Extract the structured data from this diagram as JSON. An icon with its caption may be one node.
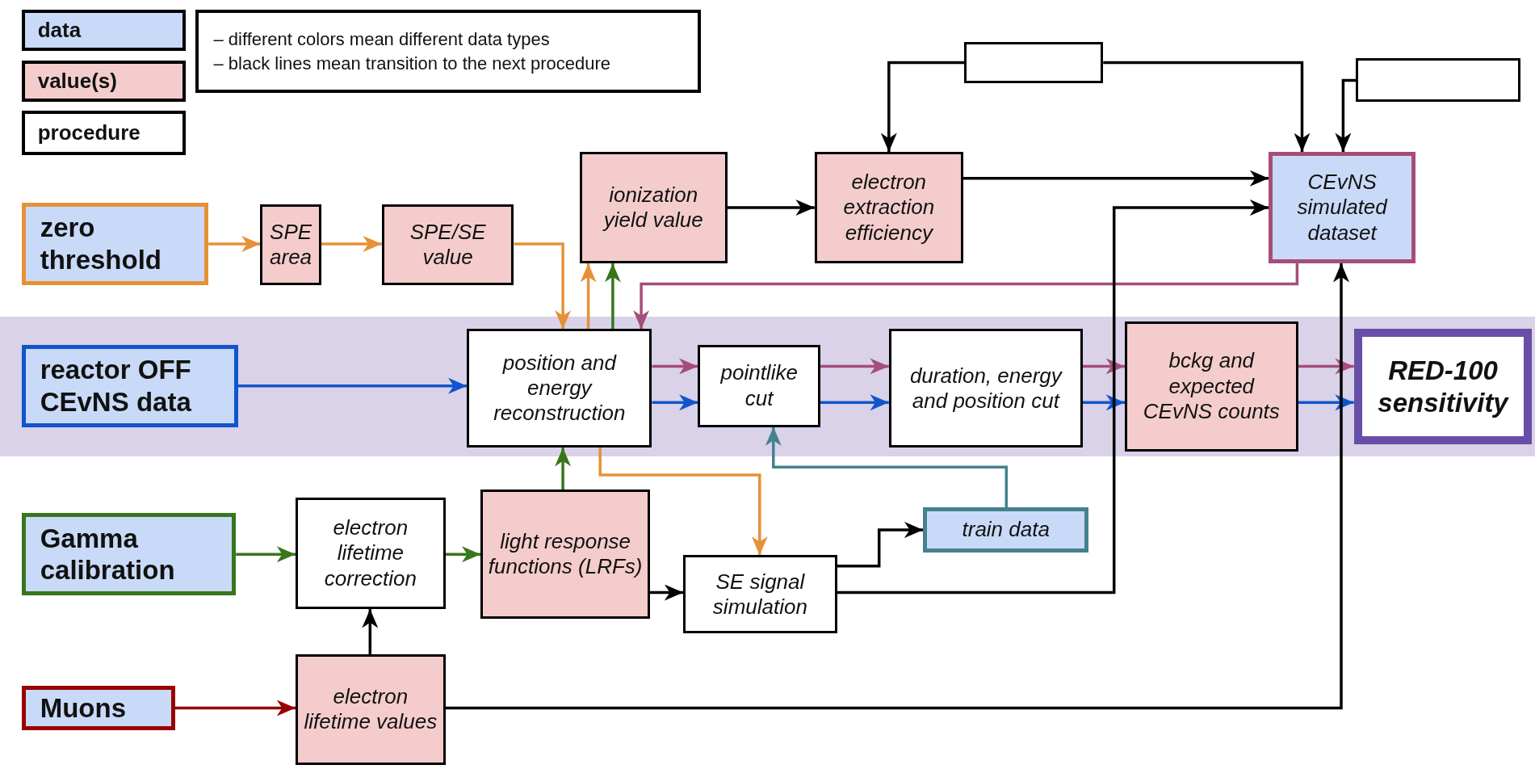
{
  "diagram": {
    "nodes": [
      {
        "text": [
          "zero threshold"
        ]
      },
      {
        "text": [
          "SPE area"
        ]
      },
      {
        "text": [
          "SPE/SE value"
        ]
      },
      {
        "text": [
          "ionization yield value"
        ]
      },
      {
        "text": [
          "electron extraction efficiency"
        ]
      },
      {
        "text": [],
        "shape": "box"
      },
      {
        "text": [],
        "shape": "box"
      },
      {
        "text": [
          "CEvNS simulated dataset"
        ]
      },
      {
        "text": [
          "reactor OFF CEvNS data"
        ]
      },
      {
        "text": [
          "position and energy reconstruction"
        ]
      },
      {
        "text": [
          "pointlike cut"
        ]
      },
      {
        "text": [
          "duration, energy and position cut"
        ]
      },
      {
        "text": [
          "bckg and expected CEvNS counts"
        ]
      },
      {
        "text": [
          "RED-100 sensitivity"
        ]
      },
      {
        "text": [
          "Gamma calibration"
        ]
      },
      {
        "text": [
          "electron lifetime correction"
        ]
      },
      {
        "text": [
          "light response functions (LRFs)"
        ]
      },
      {
        "text": [
          "train data"
        ]
      },
      {
        "text": [
          "SE signal simulation"
        ]
      },
      {
        "text": [
          "Muons"
        ]
      },
      {
        "text": [
          "electron lifetime values"
        ]
      }
    ],
    "edges": [
      {
        "from": 0,
        "to": 1,
        "arrow": "to",
        "color": "#e69138"
      },
      {
        "from": 1,
        "to": 2,
        "arrow": "to",
        "color": "#e69138"
      },
      {
        "from": 2,
        "to": 9,
        "arrow": "to",
        "color": "#e69138"
      },
      {
        "from": 9,
        "to": 3,
        "arrow": "to",
        "color": "#e69138"
      },
      {
        "from": 9,
        "to": 3,
        "arrow": "to",
        "color": "#38761d"
      },
      {
        "from": 3,
        "to": 4,
        "arrow": "to"
      },
      {
        "from": 5,
        "to": 4,
        "arrow": "to"
      },
      {
        "from": 5,
        "to": 7,
        "arrow": "to"
      },
      {
        "from": 4,
        "to": 7,
        "arrow": "to"
      },
      {
        "from": 6,
        "to": 7,
        "arrow": "to"
      },
      {
        "from": 7,
        "to": 9,
        "arrow": "to",
        "color": "#a64d79"
      },
      {
        "from": 8,
        "to": 9,
        "arrow": "to",
        "color": "#1155cc"
      },
      {
        "from": 9,
        "to": 10,
        "arrow": "to",
        "color": "#a64d79"
      },
      {
        "from": 9,
        "to": 10,
        "arrow": "to",
        "color": "#1155cc"
      },
      {
        "from": 10,
        "to": 11,
        "arrow": "to",
        "color": "#a64d79"
      },
      {
        "from": 10,
        "to": 11,
        "arrow": "to",
        "color": "#1155cc"
      },
      {
        "from": 11,
        "to": 12,
        "arrow": "to",
        "color": "#a64d79"
      },
      {
        "from": 11,
        "to": 12,
        "arrow": "to",
        "color": "#1155cc"
      },
      {
        "from": 12,
        "to": 13,
        "arrow": "to",
        "color": "#a64d79"
      },
      {
        "from": 12,
        "to": 13,
        "arrow": "to",
        "color": "#1155cc"
      },
      {
        "from": 14,
        "to": 15,
        "arrow": "to",
        "color": "#38761d"
      },
      {
        "from": 15,
        "to": 16,
        "arrow": "to",
        "color": "#38761d"
      },
      {
        "from": 16,
        "to": 9,
        "arrow": "to",
        "color": "#38761d"
      },
      {
        "from": 9,
        "to": 18,
        "arrow": "to",
        "color": "#e69138"
      },
      {
        "from": 16,
        "to": 18,
        "arrow": "to"
      },
      {
        "from": 18,
        "to": 17,
        "arrow": "to"
      },
      {
        "from": 17,
        "to": 10,
        "arrow": "to",
        "color": "#45818e"
      },
      {
        "from": 18,
        "to": 7,
        "arrow": "to"
      },
      {
        "from": 20,
        "to": 15,
        "arrow": "to"
      },
      {
        "from": 19,
        "to": 20,
        "arrow": "to",
        "color": "#990000"
      },
      {
        "from": 20,
        "to": 7,
        "arrow": "to"
      }
    ],
    "labels": [
      "– different colors mean different data types",
      "– black lines mean transition to the next procedure"
    ],
    "legend": [
      {
        "text": "data",
        "color": "#c9daf8"
      },
      {
        "text": "value(s)",
        "color": "#f4cccc"
      },
      {
        "text": "procedure",
        "color": "#ffffff"
      }
    ]
  }
}
